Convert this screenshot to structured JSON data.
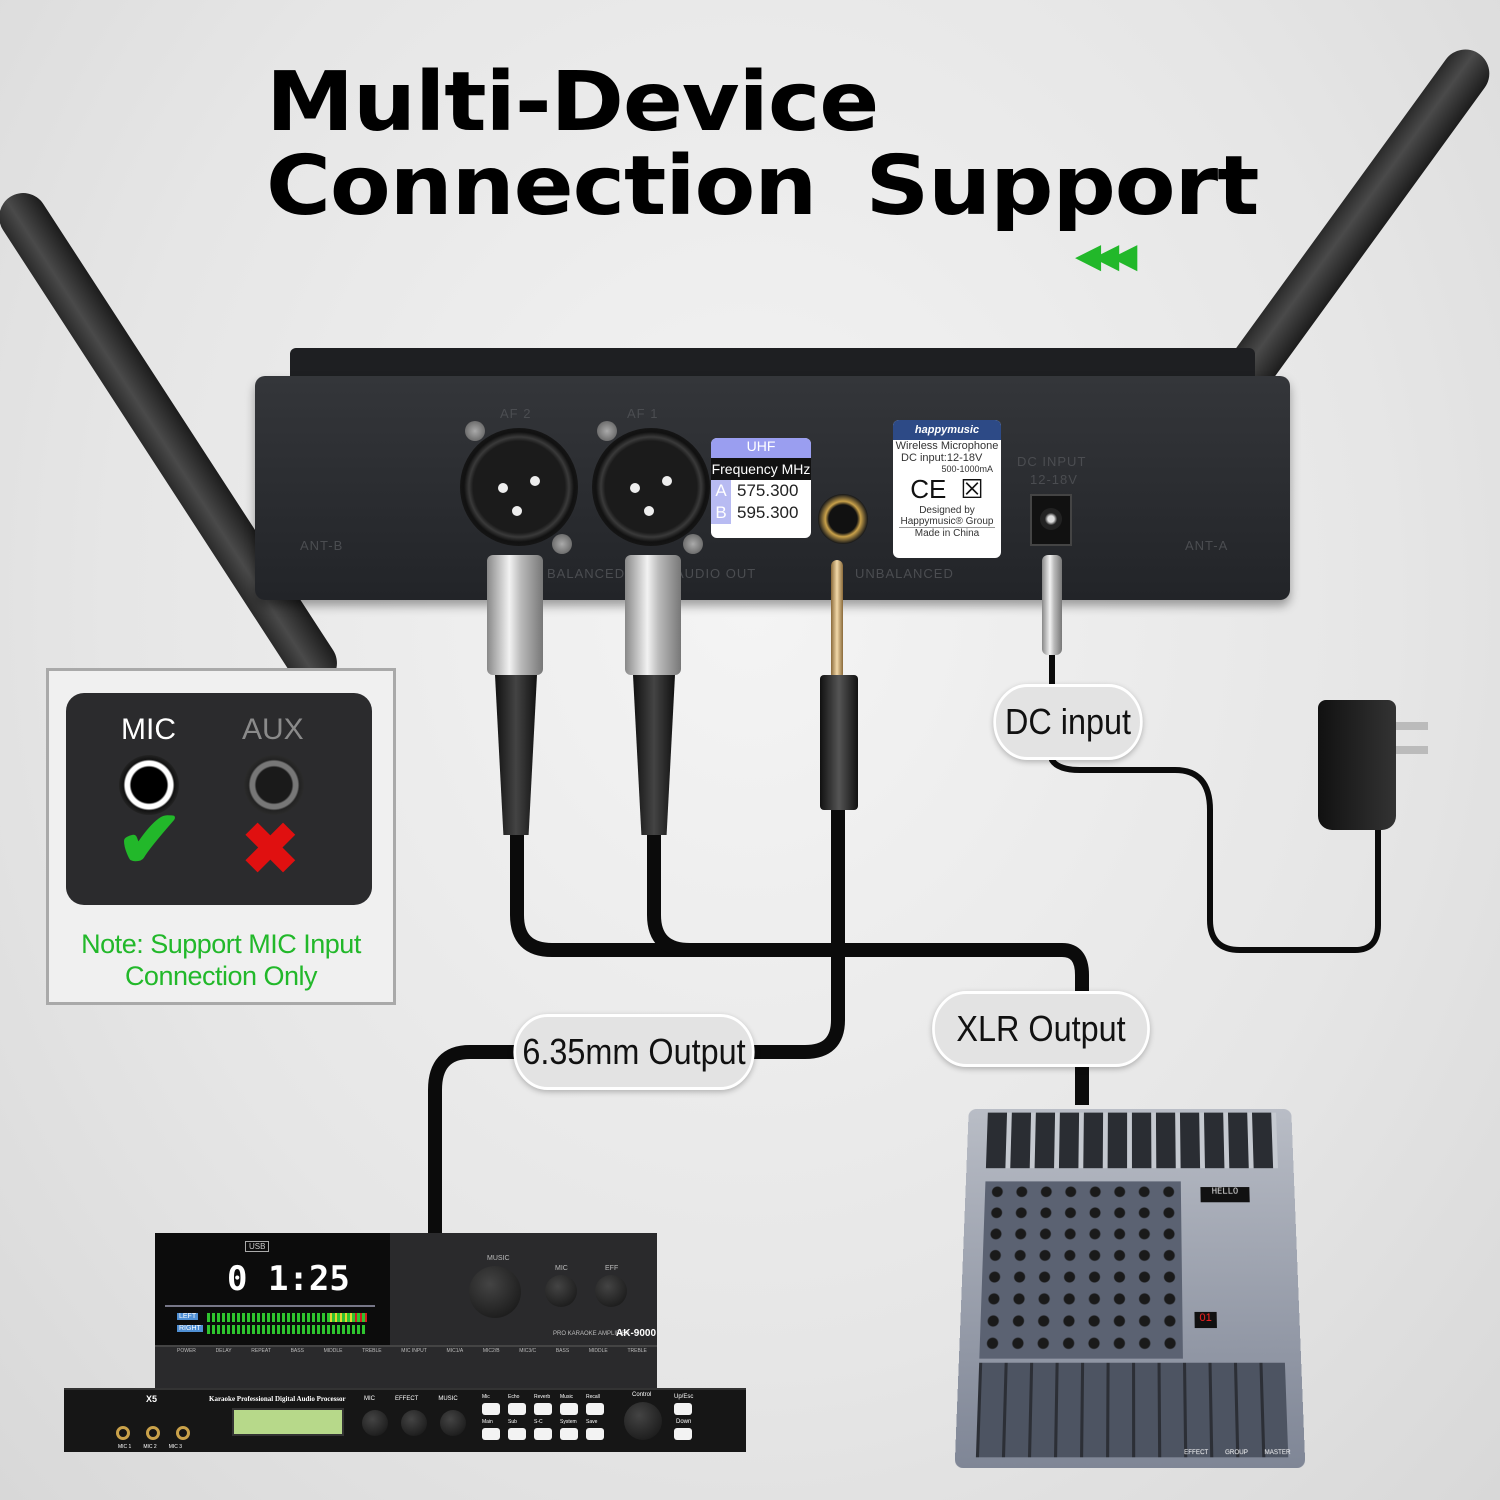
{
  "headline": {
    "line1": "Multi-Device",
    "line2": "Connection Support",
    "arrow_icon": "triple-left-arrow",
    "accent": "#22b82a"
  },
  "receiver": {
    "silkscreen": {
      "af2": "AF 2",
      "af1": "AF 1",
      "balanced": "BALANCED",
      "audio_out": "AUDIO OUT",
      "unbalanced": "UNBALANCED",
      "dc_input": "DC INPUT",
      "dc_voltage": "12-18V",
      "ant_b": "ANT-B",
      "ant_a": "ANT-A"
    },
    "frequency_label": {
      "band": "UHF",
      "heading": "Frequency MHz",
      "channels": [
        {
          "ch": "A",
          "freq": "575.300"
        },
        {
          "ch": "B",
          "freq": "595.300"
        }
      ]
    },
    "brand_label": {
      "brand": "happymusic",
      "product": "Wireless Microphone",
      "dc": "DC input:12-18V",
      "current": "500-1000mA",
      "ce": "CE",
      "designed": "Designed by",
      "group": "Happymusic® Group",
      "origin": "Made in China"
    }
  },
  "note_box": {
    "mic": "MIC",
    "aux": "AUX",
    "note_line1": "Note: Support MIC Input",
    "note_line2": "Connection Only",
    "ok_color": "#22b82a",
    "no_color": "#e01010"
  },
  "labels": {
    "dc": "DC input",
    "xlr": "XLR Output",
    "jack": "6.35mm Output"
  },
  "amplifier": {
    "usb": "USB",
    "time": "0 1:25",
    "left": "LEFT",
    "right": "RIGHT",
    "music": "MUSIC",
    "mic": "MIC",
    "eff": "EFF",
    "model_text": "PRO KARAOKE AMPLIFIER",
    "model": "AK-9000",
    "knobs": [
      "POWER",
      "DELAY",
      "REPEAT",
      "BASS",
      "MIDDLE",
      "TREBLE",
      "MIC INPUT",
      "MIC1/A",
      "MIC2/B",
      "MIC3/C",
      "BASS",
      "MIDDLE",
      "TREBLE"
    ]
  },
  "processor": {
    "model": "X5",
    "title": "Karaoke Professional Digital Audio Processor",
    "knobs": [
      "MIC",
      "EFFECT",
      "MUSIC"
    ],
    "buttons_row1": [
      "Mic",
      "Echo",
      "Reverb",
      "Music",
      "Recall"
    ],
    "buttons_row2": [
      "Main",
      "Sub",
      "S-C",
      "System",
      "Save"
    ],
    "control": "Control",
    "up": "Up/Esc",
    "down": "Down",
    "mics": [
      "MIC 1",
      "MIC 2",
      "MIC 3"
    ]
  },
  "mixer": {
    "display": "HELLO",
    "counter": "01",
    "labels": [
      "GROUP",
      "MASTER",
      "EFFECT"
    ]
  }
}
